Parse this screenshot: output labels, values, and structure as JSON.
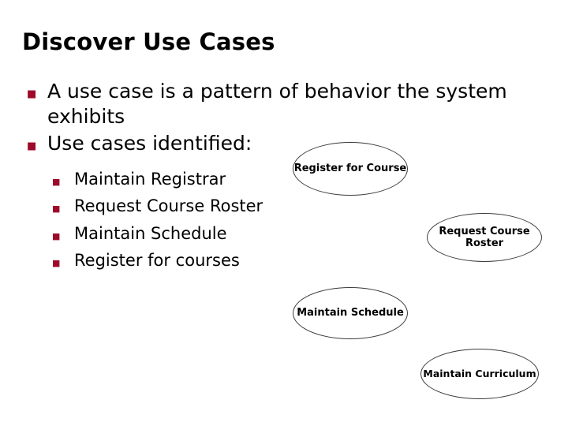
{
  "slide": {
    "title": "Discover Use Cases",
    "bullet_marker": "■",
    "bullets": [
      {
        "text": "A use case is a pattern of behavior the system exhibits"
      },
      {
        "text": "Use cases identified:"
      }
    ],
    "sub_bullets": [
      {
        "text": "Maintain Registrar"
      },
      {
        "text": "Request Course Roster"
      },
      {
        "text": "Maintain Schedule"
      },
      {
        "text": "Register for courses"
      }
    ],
    "use_cases": [
      {
        "label": "Register for Course"
      },
      {
        "label": "Request Course Roster"
      },
      {
        "label": "Maintain Schedule"
      },
      {
        "label": "Maintain Curriculum"
      }
    ],
    "colors": {
      "marker": "#9e0b2a",
      "text": "#000000",
      "ellipse_stroke": "#3a3a3a",
      "background": "#ffffff"
    }
  }
}
